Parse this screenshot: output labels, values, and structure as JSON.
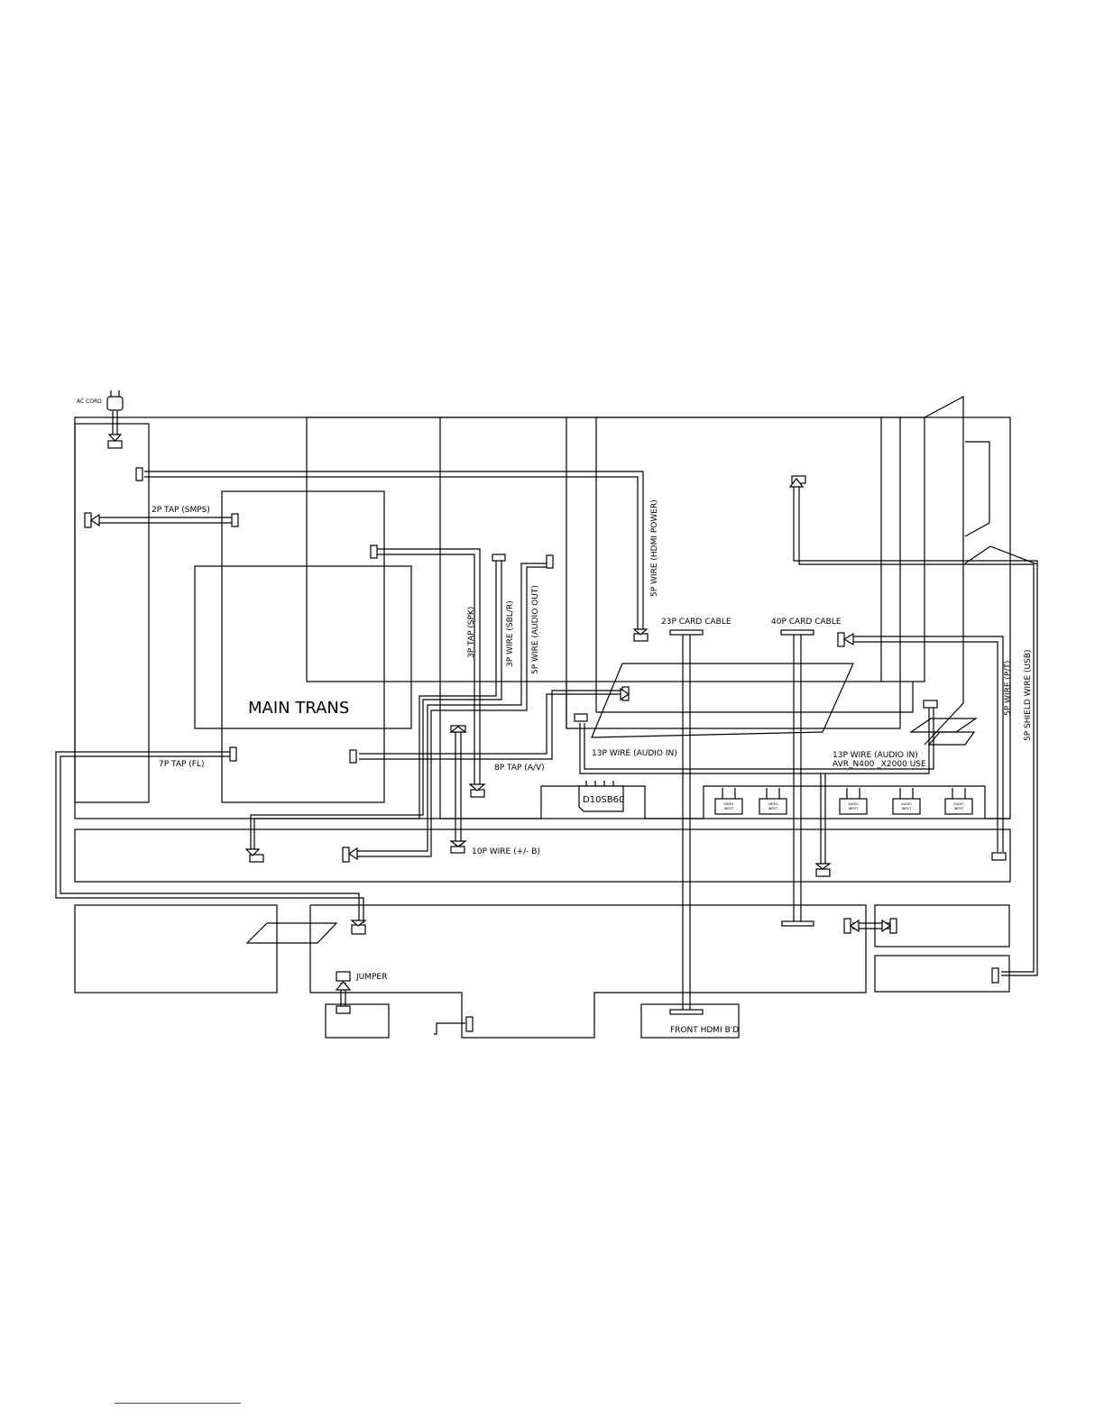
{
  "labels": {
    "ac_cord": "AC CORD",
    "tap_2p_smps": "2P TAP (SMPS)",
    "main_trans": "MAIN TRANS",
    "tap_7p_fl": "7P TAP (FL)",
    "tap_3p_spk": "3P TAP (SPK)",
    "wire_3p_sbl_r": "3P WIRE (SBL/R)",
    "wire_5p_audio_out": "5P WIRE (AUDIO OUT)",
    "wire_5p_hdmi_power": "5P WIRE (HDMI POWER)",
    "cable_23p_card": "23P CARD CABLE",
    "cable_40p_card": "40P CARD CABLE",
    "wire_5p_p_t": "5P WIRE (P/T)",
    "wire_5p_shield_usb": "5P SHIELD WIRE (USB)",
    "wire_13p_audio_in_1": "13P WIRE (AUDIO IN)",
    "wire_13p_audio_in_2": "13P WIRE (AUDIO IN)",
    "model_note": "AVR_N400 _X2000 USE",
    "tap_8p_av": "8P TAP (A/V)",
    "part_d10sb60": "D10SB60",
    "wire_10p_b": "10P WIRE (+/- B)",
    "jumper": "JUMPER",
    "front_hdmi_bd": "FRONT HDMI B'D"
  },
  "jacks": [
    {
      "line1": "VIDEO",
      "line2": "INPUT"
    },
    {
      "line1": "VIDEO",
      "line2": "INPUT"
    },
    {
      "line1": "AUDIO",
      "line2": "INPUT"
    },
    {
      "line1": "AUDIO",
      "line2": "INPUT"
    },
    {
      "line1": "AUDIO",
      "line2": "INPUT"
    }
  ]
}
